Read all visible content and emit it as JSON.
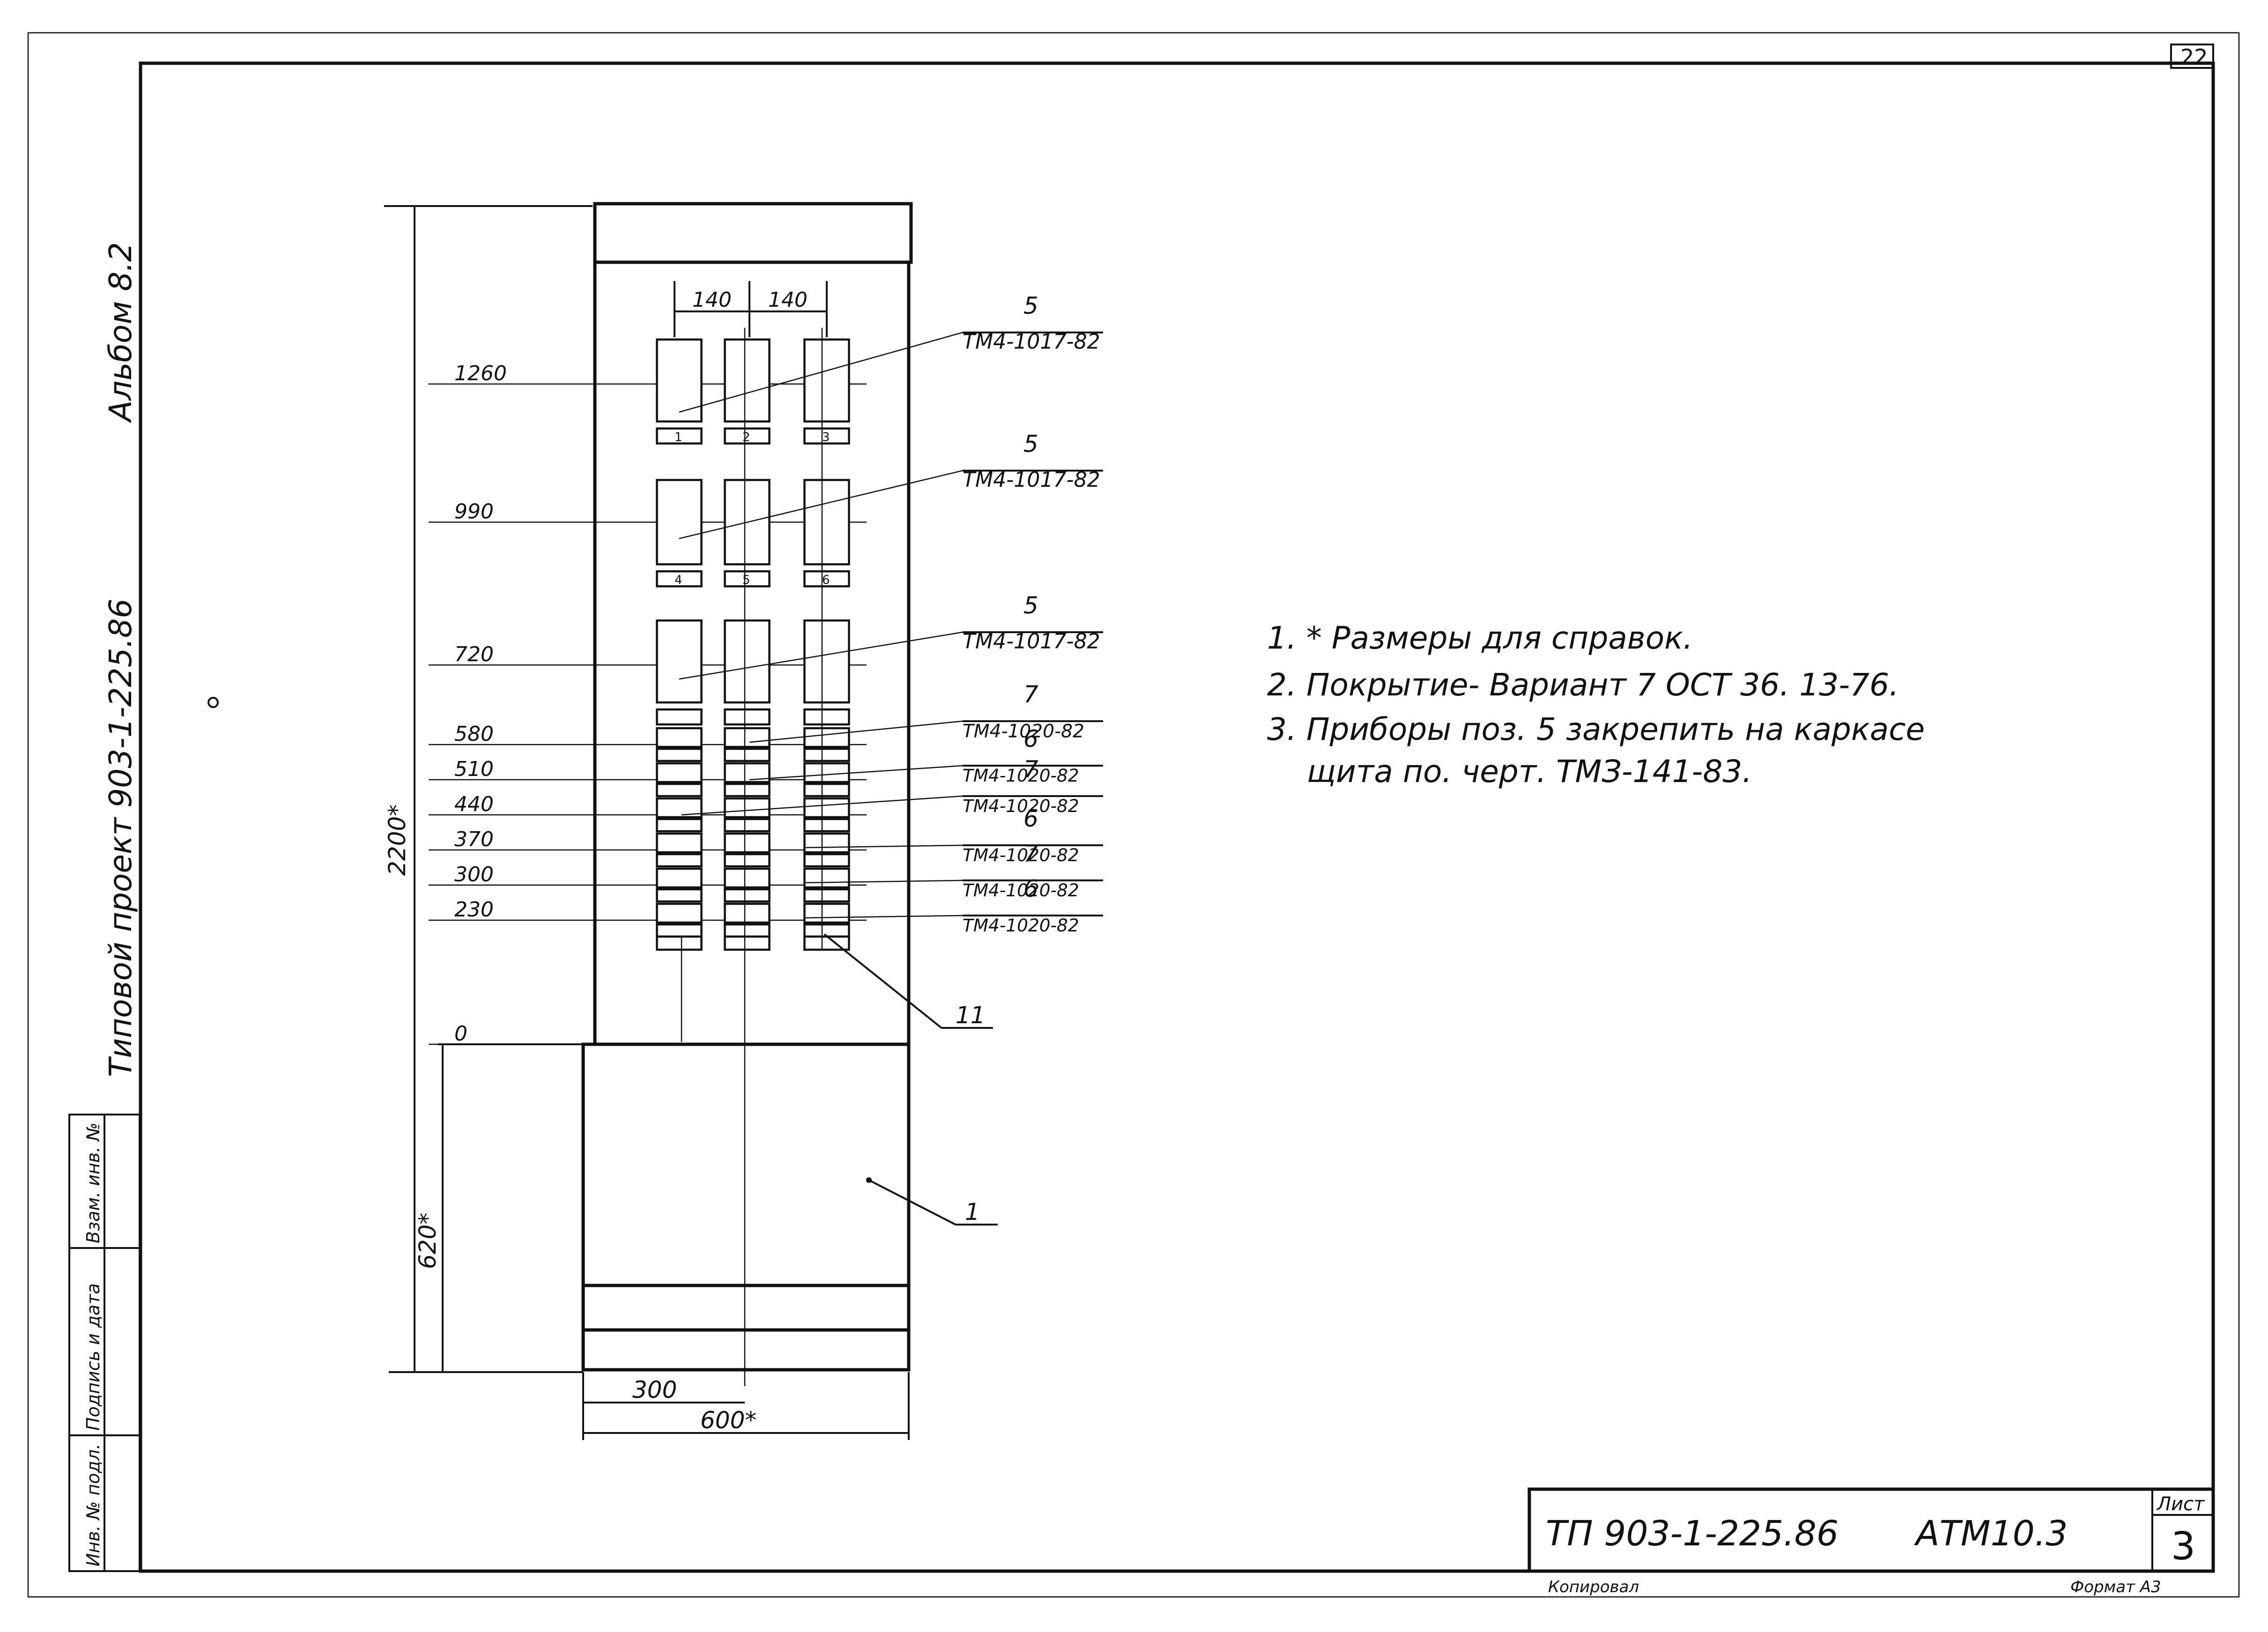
{
  "sheet": {
    "corner_number": "22",
    "side_album": "Альбом 8.2",
    "side_project": "Типовой проект 903-1-225.86",
    "left_stamp": [
      "Инв. № подл.",
      "Подпись и дата",
      "Взам. инв. №"
    ]
  },
  "dimensions": {
    "height_total": "2200*",
    "height_lower": "620*",
    "width_total": "600*",
    "width_half": "300",
    "column_spacing": [
      "140",
      "140"
    ],
    "levels": [
      {
        "label": "1260"
      },
      {
        "label": "990"
      },
      {
        "label": "720"
      },
      {
        "label": "580"
      },
      {
        "label": "510"
      },
      {
        "label": "440"
      },
      {
        "label": "370"
      },
      {
        "label": "300"
      },
      {
        "label": "230"
      },
      {
        "label": "0"
      }
    ]
  },
  "callouts": [
    {
      "pos": "5",
      "code": "ТМ4-1017-82"
    },
    {
      "pos": "5",
      "code": "ТМ4-1017-82"
    },
    {
      "pos": "5",
      "code": "ТМ4-1017-82"
    },
    {
      "pos": "7",
      "code": "ТМ4-1020-82"
    },
    {
      "pos": "6",
      "code": "ТМ4-1020-82"
    },
    {
      "pos": "7",
      "code": "ТМ4-1020-82"
    },
    {
      "pos": "6",
      "code": "ТМ4-1020-82"
    },
    {
      "pos": "7",
      "code": "ТМ4-1020-82"
    },
    {
      "pos": "6",
      "code": "ТМ4-1020-82"
    }
  ],
  "leaders": {
    "plate_label": "11",
    "panel_label": "1"
  },
  "device_tags": {
    "row1": [
      "1",
      "2",
      "3"
    ],
    "row2": [
      "4",
      "5",
      "6"
    ]
  },
  "notes": [
    "1. * Размеры для справок.",
    "2. Покрытие- Вариант 7    ОСТ 36. 13-76.",
    "3. Приборы поз. 5 закрепить на каркасе",
    "щита по. черт. ТМЗ-141-83."
  ],
  "title_block": {
    "doc_number": "ТП 903-1-225.86",
    "code": "АТМ10.3",
    "sheet_label": "Лист",
    "sheet_number": "3",
    "copied": "Копировал",
    "format": "Формат А3"
  }
}
